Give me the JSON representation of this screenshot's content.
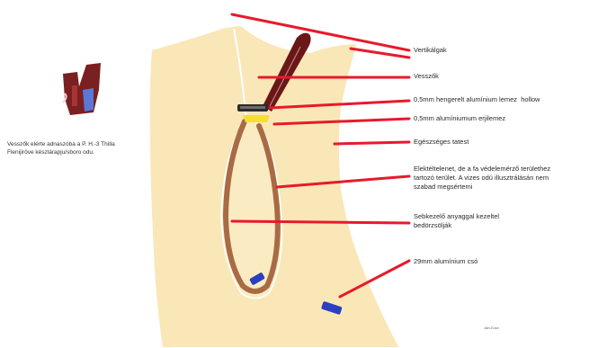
{
  "labels": {
    "vertical_branches": "Vertikálgak",
    "scion": "Vesszők",
    "aluminum_foil_tie": "0,5mm hengerelt alumínium lemez  hollow",
    "aluminum_support": "0,5mm alumíniumum erjilemez",
    "healthy_tissue": "Egészséges tatest",
    "dead_wood_area": "Elektéltelenet, de a fa védelemérző területhez\ntartozó terület. A vizes odú illusztrálásán nem\nszabad megsértemi",
    "filler_material": "Sebkezelő anyaggal kezeltel\nbedörzsölják",
    "aluminum_screw": "29mm alumínium csó"
  },
  "caption": "Vesszők elérte adnaszóba a P. H.-3 Thilla\nFlenijiröve készlárapju/sboro odu.",
  "footnote": "Járt-Ecke",
  "colors": {
    "trunk_fill": "#fae7b8",
    "bark_outline": "#ffffff",
    "cavity_fill": "#fbebc3",
    "brown_wood": "#a86b44",
    "pointer_line": "#e8192c",
    "scion_dark": "#6b1717",
    "cap_dark": "#2b2b2b",
    "yellow_marker": "#f5e02e",
    "blue_screw": "#2b3fc0"
  }
}
